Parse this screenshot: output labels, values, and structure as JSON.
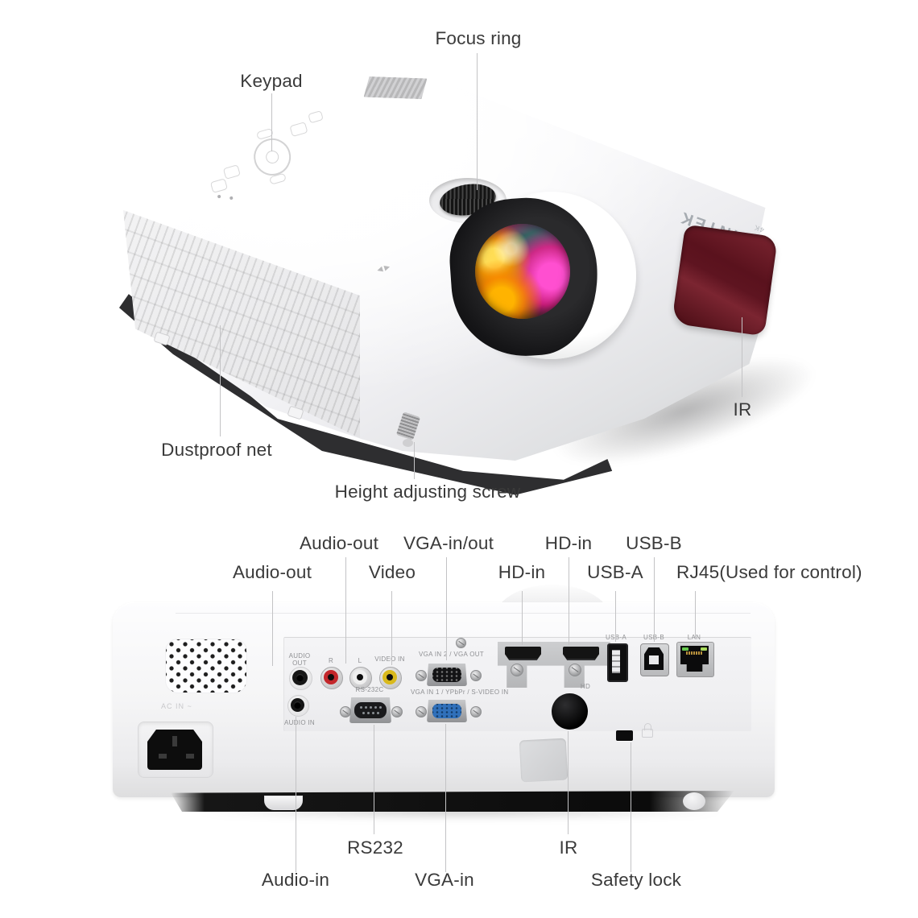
{
  "page": {
    "background": "#ffffff"
  },
  "brand": {
    "logo": "BYINTEK",
    "badge": "4K"
  },
  "colors": {
    "label_text": "#3a3a3a",
    "callout_line": "#c3c3c5",
    "panel_text": "#8f9093",
    "ir_window_red": "#5e1420",
    "rca_red": "#c3272b",
    "rca_white": "#efefef",
    "rca_yellow": "#d9b91c",
    "vga_blue": "#3070ba",
    "lan_led_green": "#66c94f",
    "logo_gray": "#a6abb1"
  },
  "top_view": {
    "callouts": {
      "focus_ring": "Focus ring",
      "keypad": "Keypad",
      "dustproof_net": "Dustproof net",
      "height_screw": "Height adjusting screw",
      "ir": "IR"
    },
    "focus_marks": "◀ ▶"
  },
  "rear_view": {
    "callouts": {
      "audio_out_upper": "Audio-out",
      "audio_out_lower": "Audio-out",
      "vga_in_out": "VGA-in/out",
      "video": "Video",
      "hd_in_upper": "HD-in",
      "hd_in_lower": "HD-in",
      "usb_b": "USB-B",
      "usb_a": "USB-A",
      "rj45": "RJ45(Used for control)",
      "rs232": "RS232",
      "audio_in": "Audio-in",
      "vga_in": "VGA-in",
      "ir": "IR",
      "safety_lock": "Safety lock"
    },
    "panel": {
      "audio_out": "AUDIO\nOUT",
      "audio_in": "AUDIO IN",
      "rca_r": "R",
      "rca_l": "L",
      "video_in": "VIDEO IN",
      "rs232c": "RS-232C",
      "vga2": "VGA IN 2 / VGA OUT",
      "vga1": "VGA IN 1 / YPbPr / S-VIDEO IN",
      "usb_a": "USB-A",
      "usb_b": "USB-B",
      "lan": "LAN",
      "hd": "HD",
      "ac_in": "AC IN ~"
    }
  }
}
